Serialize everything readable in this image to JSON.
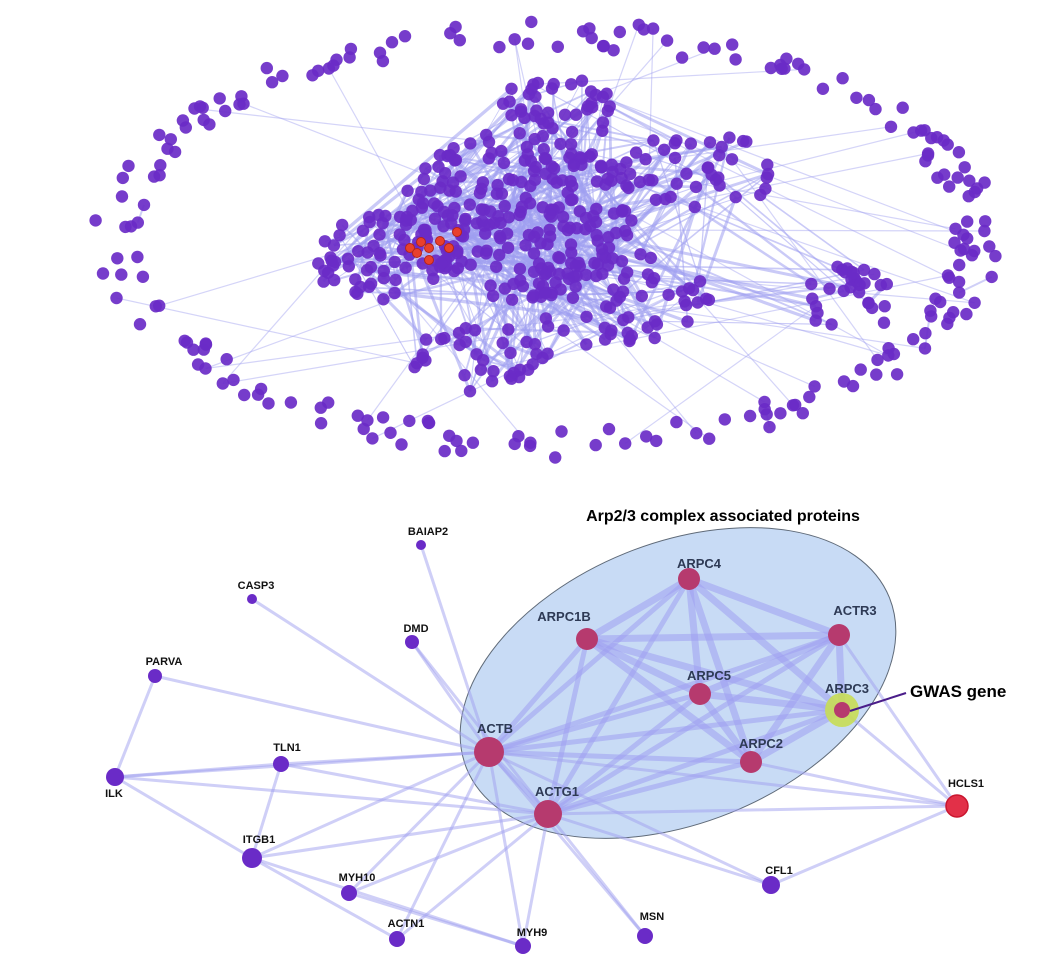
{
  "complex_label": "Arp2/3 complex associated proteins",
  "callout_label": "GWAS gene",
  "colors": {
    "node": "#6a2bc7",
    "node_hub": "#b63a6e",
    "node_gwas_ring": "#c8dd55",
    "node_red": "#e23048",
    "edge": "#9f9ff0",
    "ellipse_fill": "#b9d1f2",
    "overview_highlight": "#e8402d"
  },
  "genes": [
    {
      "id": "BAIAP2",
      "label": "BAIAP2",
      "group": "outer"
    },
    {
      "id": "CASP3",
      "label": "CASP3",
      "group": "outer"
    },
    {
      "id": "DMD",
      "label": "DMD",
      "group": "outer"
    },
    {
      "id": "PARVA",
      "label": "PARVA",
      "group": "outer"
    },
    {
      "id": "ILK",
      "label": "ILK",
      "group": "outer"
    },
    {
      "id": "TLN1",
      "label": "TLN1",
      "group": "outer"
    },
    {
      "id": "ITGB1",
      "label": "ITGB1",
      "group": "outer"
    },
    {
      "id": "MYH10",
      "label": "MYH10",
      "group": "outer"
    },
    {
      "id": "ACTN1",
      "label": "ACTN1",
      "group": "outer"
    },
    {
      "id": "MYH9",
      "label": "MYH9",
      "group": "outer"
    },
    {
      "id": "MSN",
      "label": "MSN",
      "group": "outer"
    },
    {
      "id": "CFL1",
      "label": "CFL1",
      "group": "outer"
    },
    {
      "id": "HCLS1",
      "label": "HCLS1",
      "group": "red"
    },
    {
      "id": "ACTB",
      "label": "ACTB",
      "group": "hub"
    },
    {
      "id": "ACTG1",
      "label": "ACTG1",
      "group": "hub"
    },
    {
      "id": "ARPC1B",
      "label": "ARPC1B",
      "group": "hub"
    },
    {
      "id": "ARPC4",
      "label": "ARPC4",
      "group": "hub"
    },
    {
      "id": "ACTR3",
      "label": "ACTR3",
      "group": "hub"
    },
    {
      "id": "ARPC5",
      "label": "ARPC5",
      "group": "hub"
    },
    {
      "id": "ARPC3",
      "label": "ARPC3",
      "group": "gwas"
    },
    {
      "id": "ARPC2",
      "label": "ARPC2",
      "group": "hub"
    }
  ],
  "edges": [
    [
      "ARPC4",
      "ARPC1B"
    ],
    [
      "ARPC4",
      "ACTR3"
    ],
    [
      "ARPC4",
      "ARPC5"
    ],
    [
      "ARPC4",
      "ARPC3"
    ],
    [
      "ARPC4",
      "ARPC2"
    ],
    [
      "ARPC4",
      "ACTB"
    ],
    [
      "ARPC4",
      "ACTG1"
    ],
    [
      "ARPC1B",
      "ACTR3"
    ],
    [
      "ARPC1B",
      "ARPC5"
    ],
    [
      "ARPC1B",
      "ARPC3"
    ],
    [
      "ARPC1B",
      "ARPC2"
    ],
    [
      "ARPC1B",
      "ACTB"
    ],
    [
      "ARPC1B",
      "ACTG1"
    ],
    [
      "ACTR3",
      "ARPC5"
    ],
    [
      "ACTR3",
      "ARPC3"
    ],
    [
      "ACTR3",
      "ARPC2"
    ],
    [
      "ACTR3",
      "ACTB"
    ],
    [
      "ACTR3",
      "ACTG1"
    ],
    [
      "ARPC5",
      "ARPC3"
    ],
    [
      "ARPC5",
      "ARPC2"
    ],
    [
      "ARPC5",
      "ACTB"
    ],
    [
      "ARPC5",
      "ACTG1"
    ],
    [
      "ARPC3",
      "ARPC2"
    ],
    [
      "ARPC3",
      "ACTB"
    ],
    [
      "ARPC3",
      "ACTG1"
    ],
    [
      "ARPC3",
      "HCLS1"
    ],
    [
      "ARPC2",
      "ACTB"
    ],
    [
      "ARPC2",
      "ACTG1"
    ],
    [
      "ARPC2",
      "HCLS1"
    ],
    [
      "ACTB",
      "ACTG1"
    ],
    [
      "ACTB",
      "BAIAP2"
    ],
    [
      "ACTB",
      "CASP3"
    ],
    [
      "ACTB",
      "DMD"
    ],
    [
      "ACTB",
      "PARVA"
    ],
    [
      "ACTB",
      "ILK"
    ],
    [
      "ACTB",
      "TLN1"
    ],
    [
      "ACTB",
      "ITGB1"
    ],
    [
      "ACTB",
      "MYH10"
    ],
    [
      "ACTB",
      "ACTN1"
    ],
    [
      "ACTB",
      "MYH9"
    ],
    [
      "ACTB",
      "MSN"
    ],
    [
      "ACTB",
      "CFL1"
    ],
    [
      "ACTB",
      "HCLS1"
    ],
    [
      "ACTG1",
      "ILK"
    ],
    [
      "ACTG1",
      "TLN1"
    ],
    [
      "ACTG1",
      "ITGB1"
    ],
    [
      "ACTG1",
      "MYH10"
    ],
    [
      "ACTG1",
      "ACTN1"
    ],
    [
      "ACTG1",
      "MYH9"
    ],
    [
      "ACTG1",
      "MSN"
    ],
    [
      "ACTG1",
      "CFL1"
    ],
    [
      "ACTG1",
      "HCLS1"
    ],
    [
      "ACTG1",
      "DMD"
    ],
    [
      "ILK",
      "TLN1"
    ],
    [
      "ILK",
      "ITGB1"
    ],
    [
      "ILK",
      "PARVA"
    ],
    [
      "TLN1",
      "ITGB1"
    ],
    [
      "ITGB1",
      "ACTN1"
    ],
    [
      "ITGB1",
      "MYH9"
    ],
    [
      "MYH10",
      "MYH9"
    ],
    [
      "CFL1",
      "HCLS1"
    ],
    [
      "ACTR3",
      "HCLS1"
    ]
  ]
}
